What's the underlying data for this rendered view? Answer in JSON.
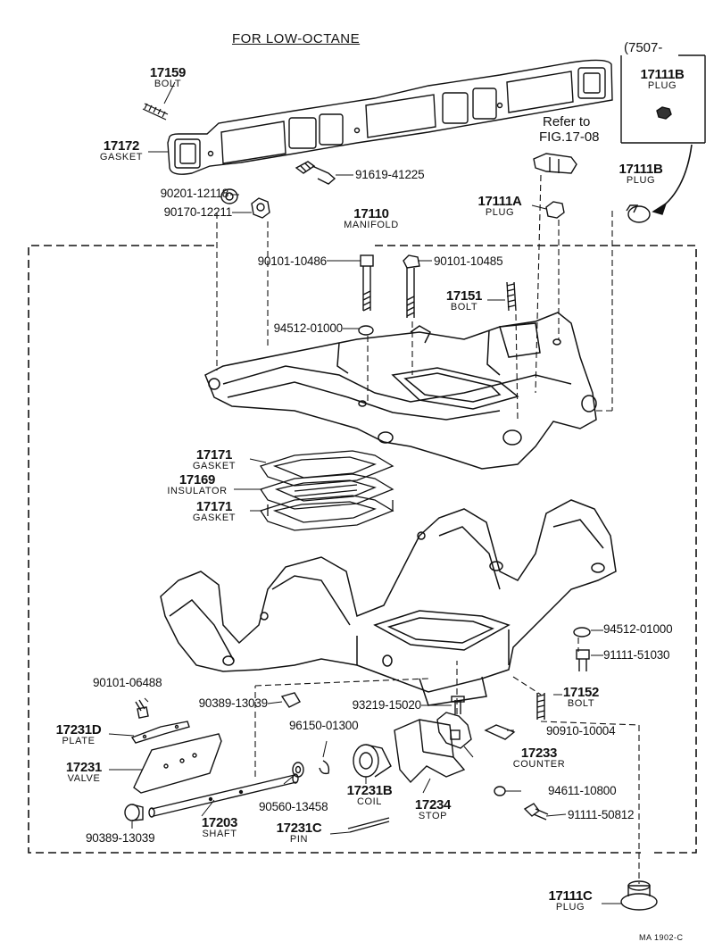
{
  "title": "FOR LOW-OCTANE",
  "inset_header": "(7507-",
  "refer_line1": "Refer to",
  "refer_line2": "FIG.17-08",
  "footer_code": "MA 1902-C",
  "parts": {
    "p17159": {
      "number": "17159",
      "name": "BOLT"
    },
    "p17172": {
      "number": "17172",
      "name": "GASKET"
    },
    "p17111b_inset": {
      "number": "17111B",
      "name": "PLUG"
    },
    "p17111b": {
      "number": "17111B",
      "name": "PLUG"
    },
    "p17111a": {
      "number": "17111A",
      "name": "PLUG"
    },
    "p17110": {
      "number": "17110",
      "name": "MANIFOLD"
    },
    "p17151": {
      "number": "17151",
      "name": "BOLT"
    },
    "p17171a": {
      "number": "17171",
      "name": "GASKET"
    },
    "p17169": {
      "number": "17169",
      "name": "INSULATOR"
    },
    "p17171b": {
      "number": "17171",
      "name": "GASKET"
    },
    "p17152": {
      "number": "17152",
      "name": "BOLT"
    },
    "p17231d": {
      "number": "17231D",
      "name": "PLATE"
    },
    "p17231": {
      "number": "17231",
      "name": "VALVE"
    },
    "p17233": {
      "number": "17233",
      "name": "COUNTER"
    },
    "p17231b": {
      "number": "17231B",
      "name": "COIL"
    },
    "p17234": {
      "number": "17234",
      "name": "STOP"
    },
    "p17203": {
      "number": "17203",
      "name": "SHAFT"
    },
    "p17231c": {
      "number": "17231C",
      "name": "PIN"
    },
    "p17111c": {
      "number": "17111C",
      "name": "PLUG"
    }
  },
  "part_numbers": {
    "pn_91619": "91619-41225",
    "pn_90201": "90201-12118",
    "pn_90170": "90170-12211",
    "pn_90101_10486": "90101-10486",
    "pn_90101_10485": "90101-10485",
    "pn_94512_a": "94512-01000",
    "pn_94512_b": "94512-01000",
    "pn_91111_51030": "91111-51030",
    "pn_90101_06488": "90101-06488",
    "pn_90389_a": "90389-13039",
    "pn_93219": "93219-15020",
    "pn_96150": "96150-01300",
    "pn_90910": "90910-10004",
    "pn_94611": "94611-10800",
    "pn_90560": "90560-13458",
    "pn_91111_50812": "91111-50812",
    "pn_90389_b": "90389-13039"
  }
}
